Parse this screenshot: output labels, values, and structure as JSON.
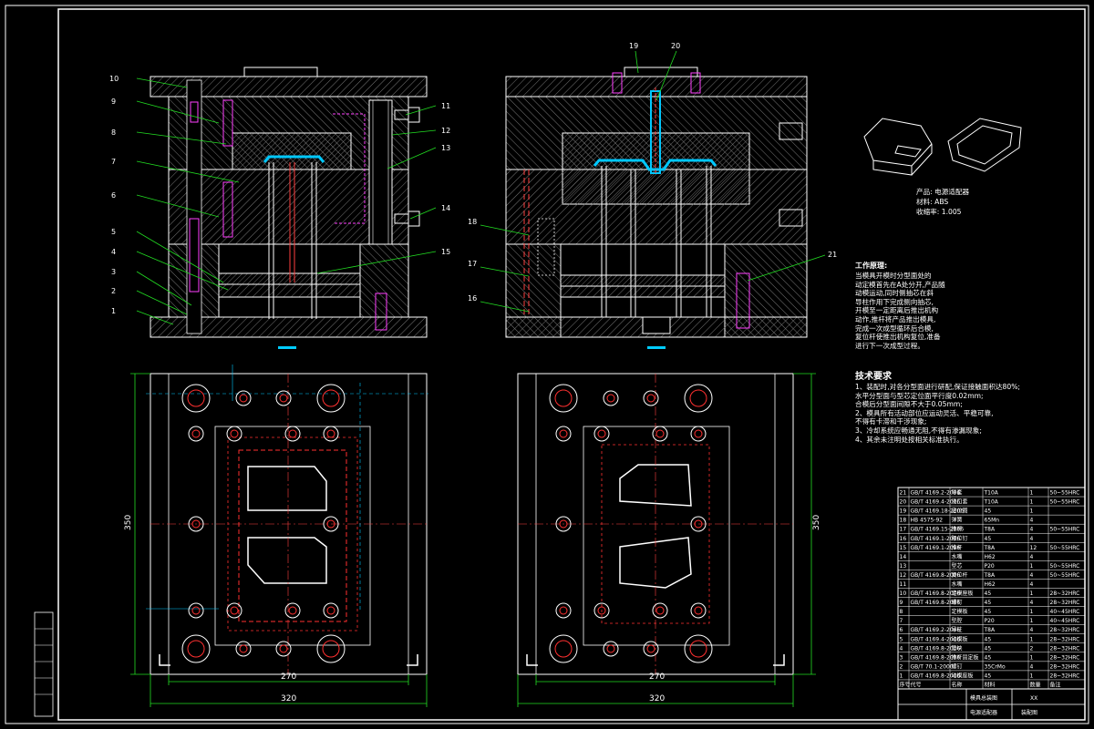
{
  "colors": {
    "background": "#000000",
    "outline": "#ffffff",
    "hatch": "#7a7a7a",
    "hidden": "#ff3030",
    "cavity": "#00c8ff",
    "leader": "#22dd22",
    "centerline": "#ff4040",
    "pin": "#ff40ff",
    "mark": "#00ccff"
  },
  "callouts_left": [
    "10",
    "9",
    "8",
    "7",
    "6",
    "5",
    "4",
    "3",
    "2",
    "1",
    "11",
    "12",
    "13",
    "14",
    "15"
  ],
  "callouts_right": [
    "19",
    "20",
    "18",
    "17",
    "16",
    "21"
  ],
  "dimensions": {
    "left_height": "350",
    "left_inner_width": "270",
    "left_outer_width": "320",
    "right_height": "350",
    "right_inner_width": "270",
    "right_outer_width": "320"
  },
  "product": {
    "name_line": "产品: 电源适配器",
    "material_line": "材料: ABS",
    "shrink_line": "收缩率: 1.005"
  },
  "work_principle": {
    "title": "工作原理:",
    "lines": [
      "当模具开模时分型面处的",
      "动定模首先在A处分开,产品随",
      "动模运动,同时侧抽芯在斜",
      "导柱作用下完成侧向抽芯,",
      "开模至一定距离后推出机构",
      "动作,推杆将产品推出模具,",
      "完成一次成型循环后合模,",
      "复位杆使推出机构复位,准备",
      "进行下一次成型过程。"
    ]
  },
  "tech_req": {
    "title": "技术要求",
    "lines": [
      "1、装配时,对各分型面进行研配,保证接触面积达80%;",
      "水平分型面与型芯定位面平行度0.02mm;",
      "合模后分型面间隙不大于0.05mm;",
      "2、模具所有活动部位应运动灵活、平稳可靠,",
      "不得有卡滞和干涉现象;",
      "3、冷却系统应畅通无阻,不得有渗漏现象;",
      "4、其余未注明处按相关标准执行。"
    ]
  },
  "bom_rows": [
    [
      "21",
      "GB/T 4169.2-2006",
      "导套",
      "T10A",
      "1",
      "50~55HRC"
    ],
    [
      "20",
      "GB/T 4169.4-2006",
      "浇口套",
      "T10A",
      "1",
      "50~55HRC"
    ],
    [
      "19",
      "GB/T 4169.18-2006",
      "定位圈",
      "45",
      "1",
      ""
    ],
    [
      "18",
      "HB 4575-92",
      "弹簧",
      "65Mn",
      "4",
      ""
    ],
    [
      "17",
      "GB/T 4169.15-2006",
      "推杆",
      "T8A",
      "4",
      "50~55HRC"
    ],
    [
      "16",
      "GB/T 4169.1-2006",
      "限位钉",
      "45",
      "4",
      ""
    ],
    [
      "15",
      "GB/T 4169.1-2006",
      "推杆",
      "T8A",
      "12",
      "50~55HRC"
    ],
    [
      "14",
      "",
      "水嘴",
      "H62",
      "4",
      ""
    ],
    [
      "13",
      "",
      "型芯",
      "P20",
      "1",
      "50~55HRC"
    ],
    [
      "12",
      "GB/T 4169.8-2006",
      "复位杆",
      "T8A",
      "4",
      "50~55HRC"
    ],
    [
      "11",
      "",
      "水嘴",
      "H62",
      "4",
      ""
    ],
    [
      "10",
      "GB/T 4169.8-2006",
      "定模座板",
      "45",
      "1",
      "28~32HRC"
    ],
    [
      "9",
      "GB/T 4169.8-2006",
      "螺钉",
      "45",
      "4",
      "28~32HRC"
    ],
    [
      "8",
      "",
      "定模板",
      "45",
      "1",
      "40~45HRC"
    ],
    [
      "7",
      "",
      "型腔",
      "P20",
      "1",
      "40~45HRC"
    ],
    [
      "6",
      "GB/T 4169.2-2006",
      "导柱",
      "T8A",
      "4",
      "28~32HRC"
    ],
    [
      "5",
      "GB/T 4169.4-2006",
      "动模板",
      "45",
      "1",
      "28~32HRC"
    ],
    [
      "4",
      "GB/T 4169.8-2006",
      "垫块",
      "45",
      "2",
      "28~32HRC"
    ],
    [
      "3",
      "GB/T 4169.8-2006",
      "推杆固定板",
      "45",
      "1",
      "28~32HRC"
    ],
    [
      "2",
      "GB/T 70.1-2000",
      "螺钉",
      "35CrMo",
      "4",
      "28~32HRC"
    ],
    [
      "1",
      "GB/T 4169.8-2006",
      "动模座板",
      "45",
      "1",
      "28~32HRC"
    ]
  ],
  "bom_header": [
    "序号",
    "代号",
    "名称",
    "材料",
    "数量",
    "备注"
  ],
  "title_block": {
    "drawing_name": "电源适配器",
    "school": "XX",
    "drawing_type": "装配图",
    "scale_label": "模具总装图"
  }
}
